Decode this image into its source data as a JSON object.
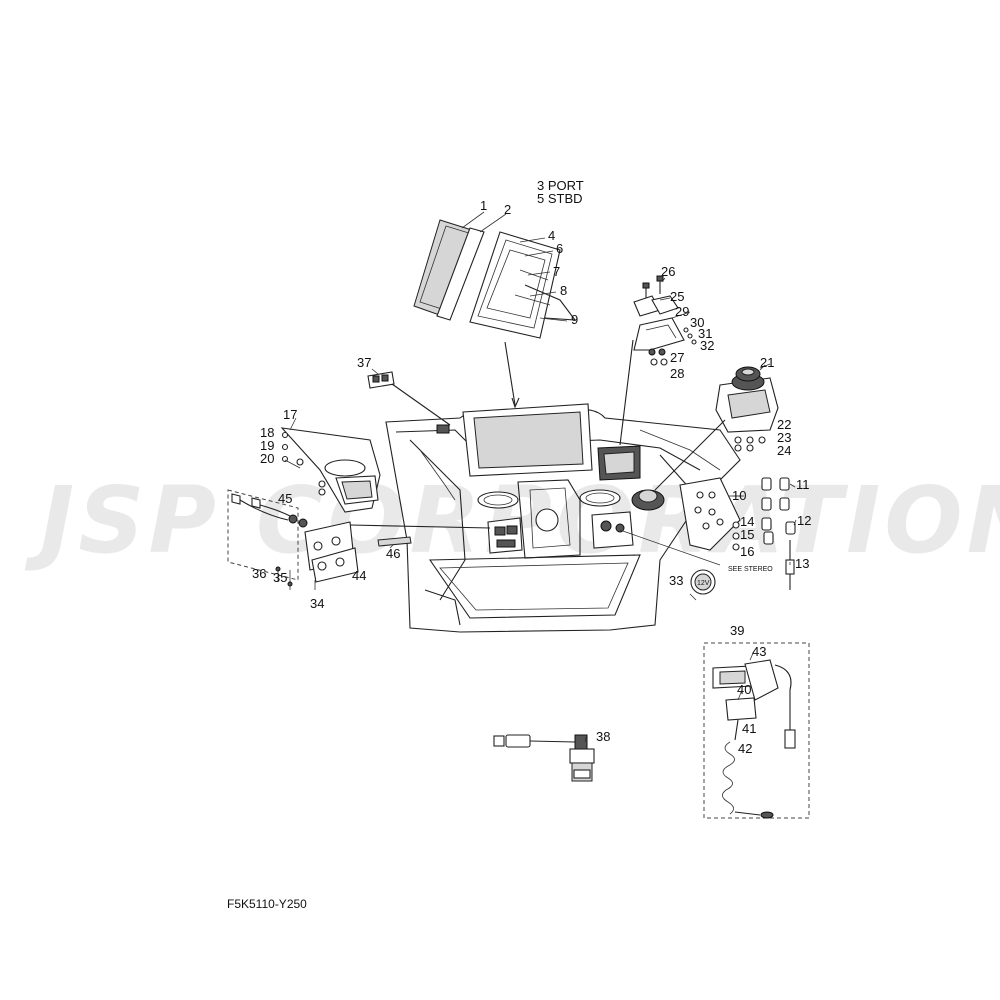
{
  "watermark": "JSP CORPORATION",
  "diagram_code": "F5K5110-Y250",
  "notes": {
    "port_label": "3 PORT",
    "stbd_label": "5 STBD",
    "see_stereo": "SEE STEREO"
  },
  "callouts": {
    "c1": "1",
    "c2": "2",
    "c4": "4",
    "c6": "6",
    "c7": "7",
    "c8": "8",
    "c9": "9",
    "c10": "10",
    "c11": "11",
    "c12": "12",
    "c13": "13",
    "c14": "14",
    "c15": "15",
    "c16": "16",
    "c17": "17",
    "c18": "18",
    "c19": "19",
    "c20": "20",
    "c21": "21",
    "c22": "22",
    "c23": "23",
    "c24": "24",
    "c25": "25",
    "c26": "26",
    "c27": "27",
    "c28": "28",
    "c29": "29",
    "c30": "30",
    "c31": "31",
    "c32": "32",
    "c33": "33",
    "c34": "34",
    "c35": "35",
    "c36": "36",
    "c37": "37",
    "c38": "38",
    "c39": "39",
    "c40": "40",
    "c41": "41",
    "c42": "42",
    "c43": "43",
    "c44": "44",
    "c45": "45",
    "c46": "46"
  },
  "socket_12v_label": "12V"
}
